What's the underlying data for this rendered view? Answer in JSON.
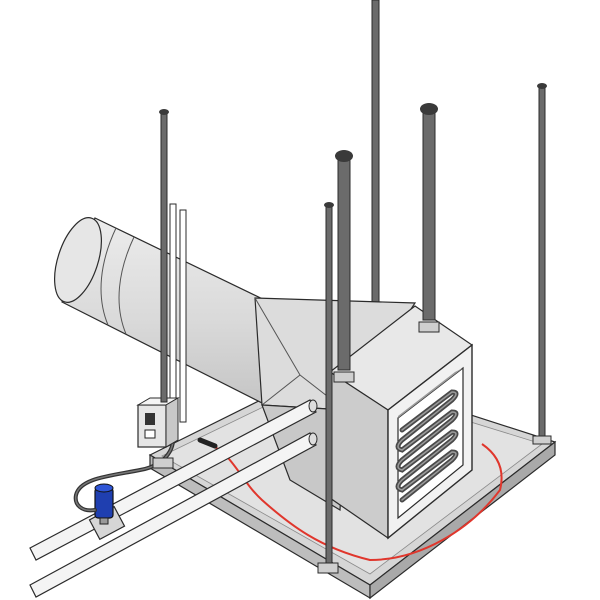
{
  "diagram": {
    "colors": {
      "background": "#ffffff",
      "stroke": "#2b2b2b",
      "metal_light": "#e6e6e6",
      "metal_mid": "#cfcfcf",
      "metal_dark": "#9a9a9a",
      "rod": "#6b6b6b",
      "rod_cap": "#3a3a3a",
      "heater_coil": "#4a4a4a",
      "wire": "#e0362c",
      "cable": "#333333",
      "valve_body": "#1f3fb0"
    },
    "components": [
      "drip-pan",
      "hanger-rods",
      "ductwork",
      "heater-box",
      "heater-coil",
      "heat-trace-wire",
      "drain-pipes",
      "control-box",
      "solenoid-valve"
    ]
  }
}
